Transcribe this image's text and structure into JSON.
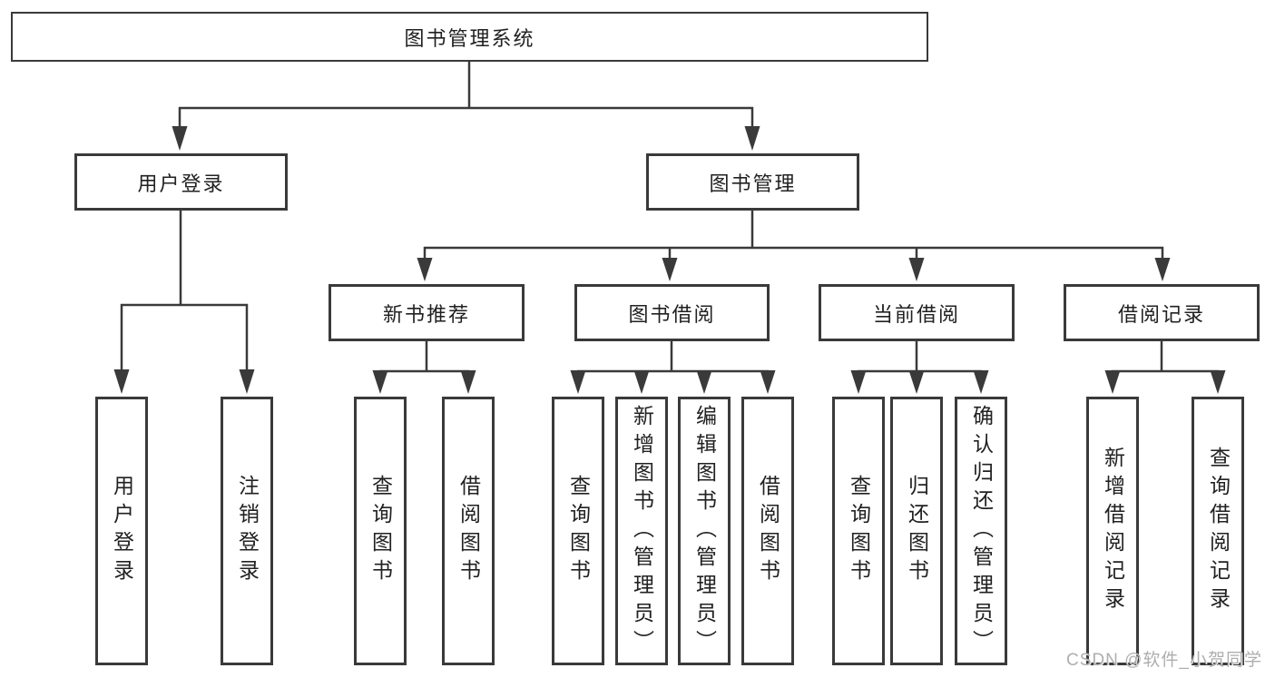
{
  "colors": {
    "line": "#3a3a3a",
    "text": "#212121",
    "background": "#ffffff",
    "watermark": "#aeaeae"
  },
  "watermark": "CSDN @软件_小贺同学",
  "nodes": {
    "root": "图书管理系统",
    "user_login": "用户登录",
    "book_mgmt": "图书管理",
    "new_book_rec": "新书推荐",
    "book_borrow": "图书借阅",
    "current_borrow": "当前借阅",
    "borrow_record": "借阅记录",
    "leaf_user_login": "用户登录",
    "leaf_logout": "注销登录",
    "leaf_query_book_rec": "查询图书",
    "leaf_borrow_book_rec": "借阅图书",
    "leaf_query_book_borrow": "查询图书",
    "leaf_add_book": "新增图书（管理员）",
    "leaf_edit_book": "编辑图书（管理员）",
    "leaf_borrow_book_borrow": "借阅图书",
    "leaf_query_book_current": "查询图书",
    "leaf_return_book": "归还图书",
    "leaf_confirm_return": "确认归还（管理员）",
    "leaf_add_record": "新增借阅记录",
    "leaf_query_record": "查询借阅记录"
  },
  "hierarchy": {
    "图书管理系统": {
      "用户登录": [
        "用户登录",
        "注销登录"
      ],
      "图书管理": {
        "新书推荐": [
          "查询图书",
          "借阅图书"
        ],
        "图书借阅": [
          "查询图书",
          "新增图书（管理员）",
          "编辑图书（管理员）",
          "借阅图书"
        ],
        "当前借阅": [
          "查询图书",
          "归还图书",
          "确认归还（管理员）"
        ],
        "借阅记录": [
          "新增借阅记录",
          "查询借阅记录"
        ]
      }
    }
  }
}
